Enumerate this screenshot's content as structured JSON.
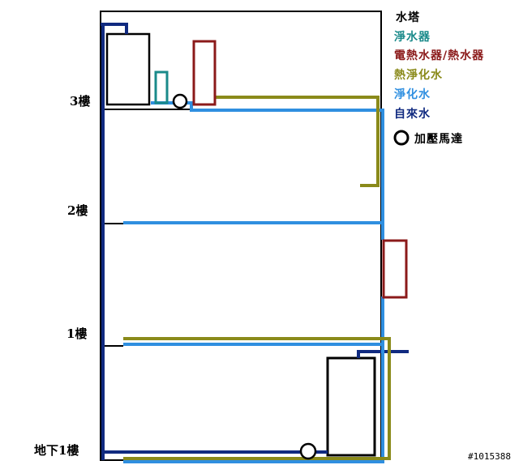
{
  "colors": {
    "tower": "#000000",
    "purifier": "#1a8a8a",
    "heater": "#8b1a1a",
    "hot_purified": "#8a8a1a",
    "purified": "#2f8fe0",
    "tap": "#102a80",
    "pump": "#000000"
  },
  "floors": {
    "f3": "3樓",
    "f2": "2樓",
    "f1": "1樓",
    "b1": "地下1樓"
  },
  "legend": {
    "tower": "水塔",
    "purifier": "淨水器",
    "heater": "電熱水器/熱水器",
    "hot_purified": "熱淨化水",
    "purified": "淨化水",
    "tap": "自來水",
    "pump": "加壓馬達"
  },
  "watermark": "#1015388"
}
